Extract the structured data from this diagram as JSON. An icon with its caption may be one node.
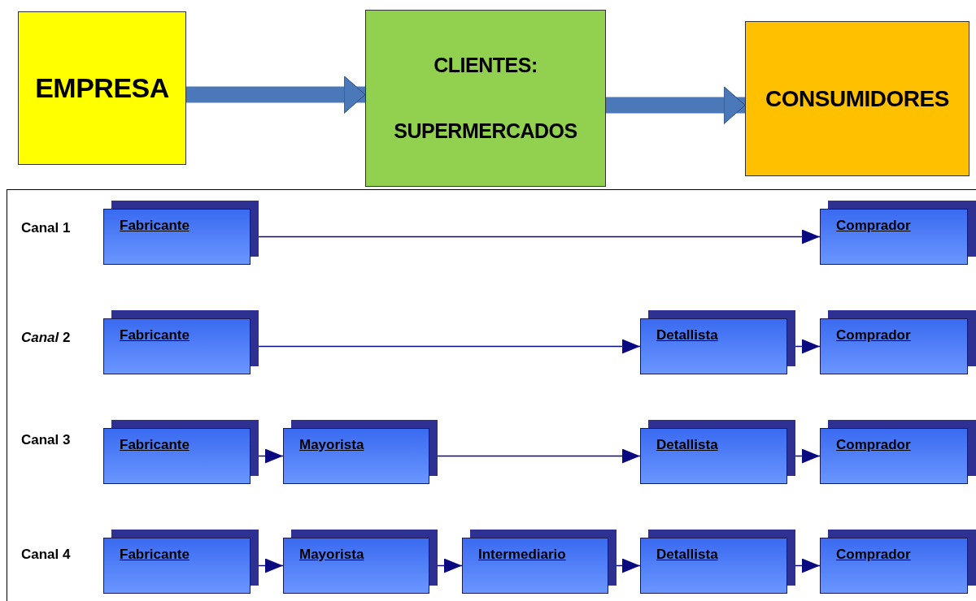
{
  "diagram": {
    "nodes": [
      {
        "text": [
          "EMPRESA"
        ]
      },
      {
        "text": [
          "CLIENTES:",
          "SUPERMERCADOS"
        ]
      },
      {
        "text": [
          "CONSUMIDORES"
        ]
      },
      {
        "text": [
          "Fabricante"
        ]
      },
      {
        "text": [
          "Comprador"
        ]
      },
      {
        "text": [
          "Fabricante"
        ]
      },
      {
        "text": [
          "Detallista"
        ]
      },
      {
        "text": [
          "Comprador"
        ]
      },
      {
        "text": [
          "Fabricante"
        ]
      },
      {
        "text": [
          "Mayorista"
        ]
      },
      {
        "text": [
          "Detallista"
        ]
      },
      {
        "text": [
          "Comprador"
        ]
      },
      {
        "text": [
          "Fabricante"
        ]
      },
      {
        "text": [
          "Mayorista"
        ]
      },
      {
        "text": [
          "Intermediario"
        ]
      },
      {
        "text": [
          "Detallista"
        ]
      },
      {
        "text": [
          "Comprador"
        ]
      }
    ],
    "edges": [
      {
        "from": 0,
        "to": 1,
        "arrow": "to",
        "style": "thick",
        "color": "#4a78b8"
      },
      {
        "from": 1,
        "to": 2,
        "arrow": "to",
        "style": "thick",
        "color": "#4a78b8"
      },
      {
        "from": 3,
        "to": 4,
        "arrow": "to"
      },
      {
        "from": 5,
        "to": 6,
        "arrow": "to"
      },
      {
        "from": 6,
        "to": 7,
        "arrow": "to"
      },
      {
        "from": 8,
        "to": 9,
        "arrow": "to"
      },
      {
        "from": 9,
        "to": 10,
        "arrow": "to"
      },
      {
        "from": 10,
        "to": 11,
        "arrow": "to"
      },
      {
        "from": 12,
        "to": 13,
        "arrow": "to"
      },
      {
        "from": 13,
        "to": 14,
        "arrow": "to"
      },
      {
        "from": 14,
        "to": 15,
        "arrow": "to"
      },
      {
        "from": 15,
        "to": 16,
        "arrow": "to"
      }
    ],
    "labels": [
      "Canal 1",
      "*Canal* 2",
      "Canal 3",
      "Canal 4"
    ]
  }
}
